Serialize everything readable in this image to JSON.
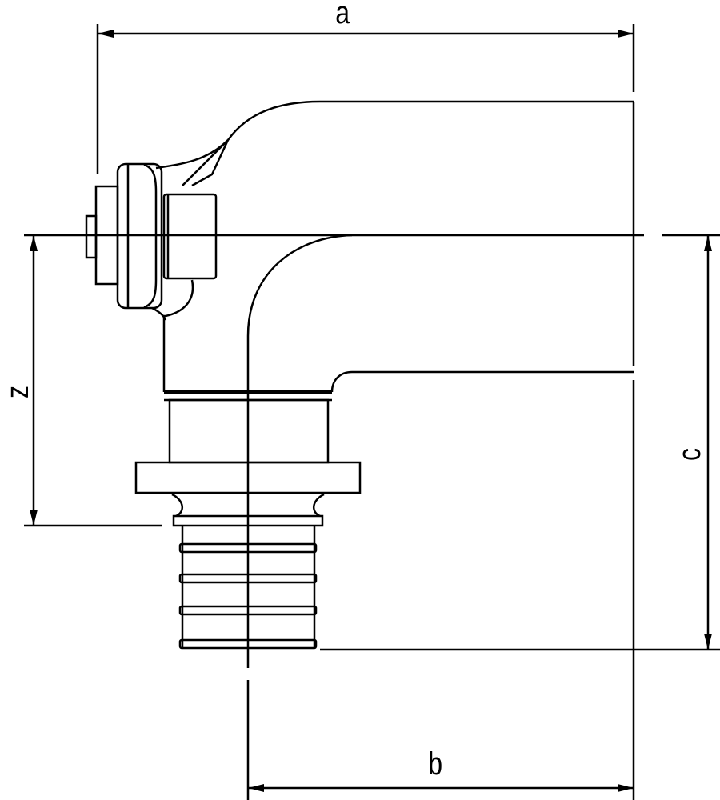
{
  "dimensions": {
    "a": "a",
    "b": "b",
    "c": "c",
    "z": "z"
  },
  "colors": {
    "line": "#000000",
    "background": "#ffffff"
  }
}
